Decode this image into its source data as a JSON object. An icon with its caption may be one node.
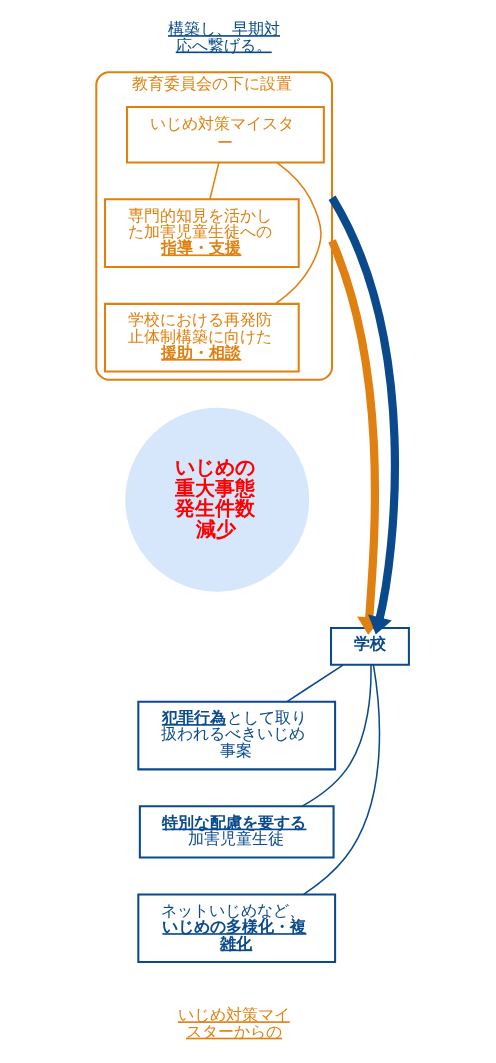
{
  "diagram": {
    "nodes": [
      {
        "text": [
          "教育委員会の下に設置"
        ]
      },
      {
        "text": [
          "いじめ対策マイスター"
        ],
        "in": 0
      },
      {
        "text": [
          "専門的知見を活かした加害児童生徒への**指導・支援**"
        ],
        "in": 0
      },
      {
        "text": [
          "学校における再発防止体制構築に向けた**援助・相談**"
        ],
        "in": 0
      },
      {
        "text": [
          "いじめの重大事態発生件数減少"
        ]
      },
      {
        "text": [
          "学校"
        ]
      },
      {
        "text": [
          "**犯罪行為**として取り扱われるべきいじめ事案"
        ]
      },
      {
        "text": [
          "**特別な配慮を要する**加害児童生徒"
        ]
      },
      {
        "text": [
          "ネットいじめなど、**いじめの多様化・複雑化**"
        ]
      }
    ],
    "edges": [
      {
        "from": 1,
        "to": 2,
        "arrow": "none",
        "color": "#e08010"
      },
      {
        "from": 1,
        "to": 3,
        "arrow": "none",
        "color": "#e08010"
      },
      {
        "from": 5,
        "to": 6,
        "arrow": "none",
        "color": "#0a4a8c"
      },
      {
        "from": 5,
        "to": 7,
        "arrow": "none",
        "color": "#0a4a8c"
      },
      {
        "from": 5,
        "to": 8,
        "arrow": "none",
        "color": "#0a4a8c"
      },
      {
        "from": 0,
        "to": 5,
        "arrow": "to",
        "style": "thick",
        "color": "#e08010"
      },
      {
        "from": 0,
        "to": 5,
        "arrow": "to",
        "style": "thick",
        "color": "#0a4a8c"
      }
    ],
    "labels": [
      "構築し、早期対応へ繋げる。",
      "いじめ対策マイスターからの"
    ]
  }
}
